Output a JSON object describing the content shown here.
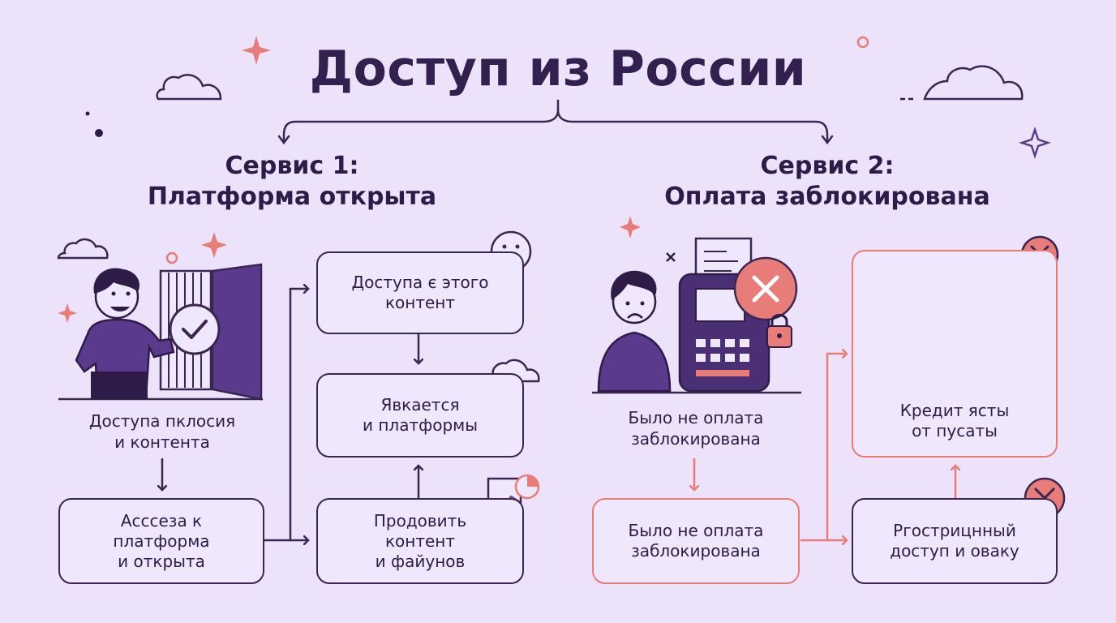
{
  "title": "Доступ из России",
  "services": [
    {
      "label": "Сервис 1:",
      "subtitle": "Платформа открыта",
      "illustration_caption": [
        "Доступа пклосия",
        "и контента"
      ],
      "boxes": {
        "access": [
          "Асссеза к",
          "платформа",
          "и открыта"
        ],
        "content": [
          "Доступа є этого",
          "контент"
        ],
        "platform": [
          "Явкается",
          "и платформы"
        ],
        "promote": [
          "Продовить",
          "контент",
          "и файунов"
        ]
      }
    },
    {
      "label": "Сервис 2:",
      "subtitle": "Оплата заблокирована",
      "illustration_caption": [
        "Было не оплата",
        "заблокирована"
      ],
      "boxes": {
        "blocked": [
          "Было не оплата",
          "заблокирована"
        ],
        "restricted": [
          "Ргострицнный",
          "доступ и оваку"
        ],
        "credit": [
          "Кредит ясты",
          "от пусаты"
        ]
      }
    }
  ],
  "icons": [
    "sparkle-icon",
    "cloud-icon",
    "smiley-icon",
    "chart-icon",
    "check-icon",
    "close-icon",
    "lock-icon",
    "credit-card-icon",
    "payment-terminal-icon",
    "person-icon",
    "door-icon"
  ],
  "colors": {
    "background": "#ece3fb",
    "ink": "#2e1b47",
    "accent_purple": "#5a3a8c",
    "accent_red": "#e87c78"
  }
}
